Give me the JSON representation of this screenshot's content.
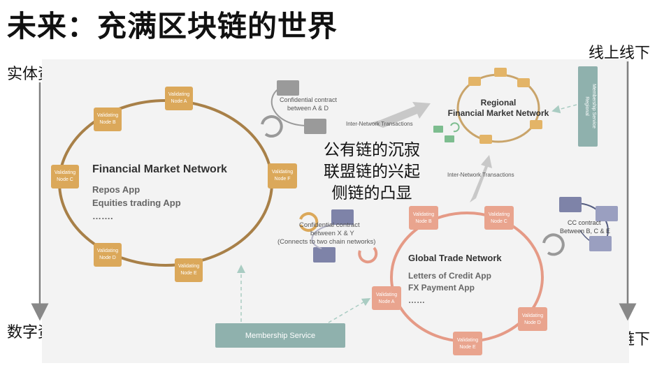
{
  "title": "未来：充满区块链的世界",
  "corners": {
    "top_left": "实体资产",
    "bottom_left": "数字资产",
    "top_right": "线上线下",
    "bottom_right": "链上链下"
  },
  "center_lines": [
    "公有链的沉寂",
    "联盟链的兴起",
    "侧链的凸显"
  ],
  "financial_network": {
    "name": "Financial Market Network",
    "apps": [
      "Repos App",
      "Equities trading App",
      "……."
    ],
    "nodes": [
      "Validating Node A",
      "Validating Node B",
      "Validating Node C",
      "Validating Node D",
      "Validating Node E",
      "Validating Node F"
    ]
  },
  "regional_network": {
    "name_line1": "Regional",
    "name_line2": "Financial Market Network"
  },
  "global_network": {
    "name": "Global Trade Network",
    "apps": [
      "Letters of Credit App",
      "FX Payment App",
      "……"
    ],
    "nodes": [
      "Validating Node A",
      "Validating Node B",
      "Validating Node C",
      "Validating Node D",
      "Validating Node E"
    ]
  },
  "contracts": {
    "ad_line1": "Confidential contract",
    "ad_line2": "between A & D",
    "xy_line1": "Confidential contract",
    "xy_line2": "between X & Y",
    "xy_line3": "(Connects to two chain networks)",
    "cc_line1": "CC contract",
    "cc_line2": "Between B, C & E"
  },
  "labels": {
    "inter_network_1": "Inter-Network Transactions",
    "inter_network_2": "Inter-Network Transactions",
    "membership_service": "Membership Service",
    "regional_membership_1": "Regional",
    "regional_membership_2": "Membership Service"
  },
  "colors": {
    "fmn_ring": "#a88048",
    "fmn_node": "#dba85a",
    "gtn_ring": "#e59a86",
    "gtn_node": "#e9a48e",
    "rfmn_ring": "#c9a46a",
    "rfmn_node": "#e3b467",
    "membership": "#8fb1ad",
    "contract_node": "#7e83a8"
  }
}
